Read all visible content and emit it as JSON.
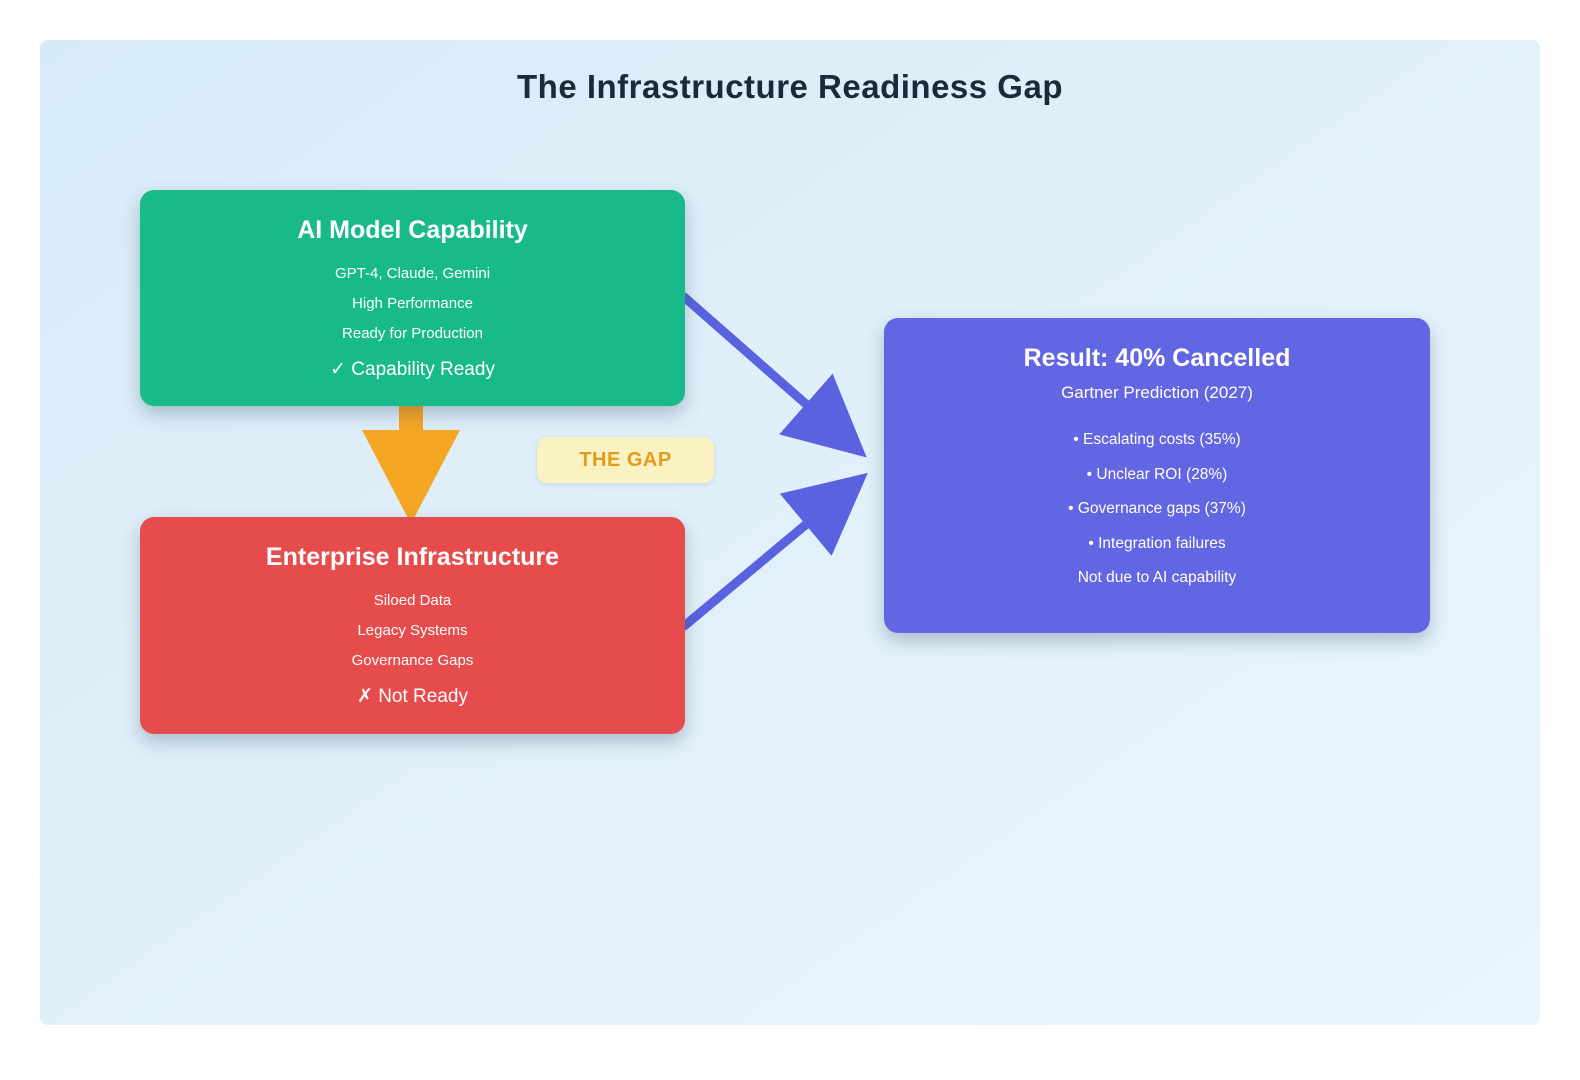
{
  "page": {
    "title": "The Infrastructure Readiness Gap"
  },
  "capability_box": {
    "title": "AI Model Capability",
    "items": [
      "GPT-4, Claude, Gemini",
      "High Performance",
      "Ready for Production"
    ],
    "status": "✓ Capability Ready",
    "color": "#19ba89"
  },
  "gap_badge": {
    "label": "THE GAP",
    "bg_color": "#fbf2c4",
    "text_color": "#e39d1d"
  },
  "infrastructure_box": {
    "title": "Enterprise Infrastructure",
    "items": [
      "Siloed Data",
      "Legacy Systems",
      "Governance Gaps"
    ],
    "status": "✗ Not Ready",
    "color": "#e74c4c"
  },
  "result_box": {
    "title": "Result: 40% Cancelled",
    "subtitle": "Gartner Prediction (2027)",
    "items": [
      "• Escalating costs (35%)",
      "• Unclear ROI (28%)",
      "• Governance gaps (37%)",
      "• Integration failures"
    ],
    "footer": "Not due to AI capability",
    "color": "#6266e2"
  },
  "arrows": {
    "gap_arrow_color": "#f5a623",
    "result_arrow_color": "#5a62e0"
  }
}
